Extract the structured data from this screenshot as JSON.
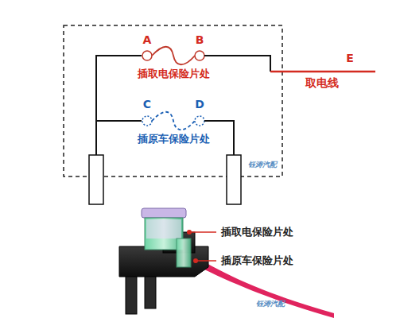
{
  "diagram": {
    "labels": [
      "A",
      "B",
      "插取电保险片处",
      "E",
      "取电线",
      "C",
      "D",
      "插原车保险片处",
      "钰涛汽配",
      "插取电保险片处",
      "插原车保险片处",
      "钰涛汽配"
    ]
  }
}
